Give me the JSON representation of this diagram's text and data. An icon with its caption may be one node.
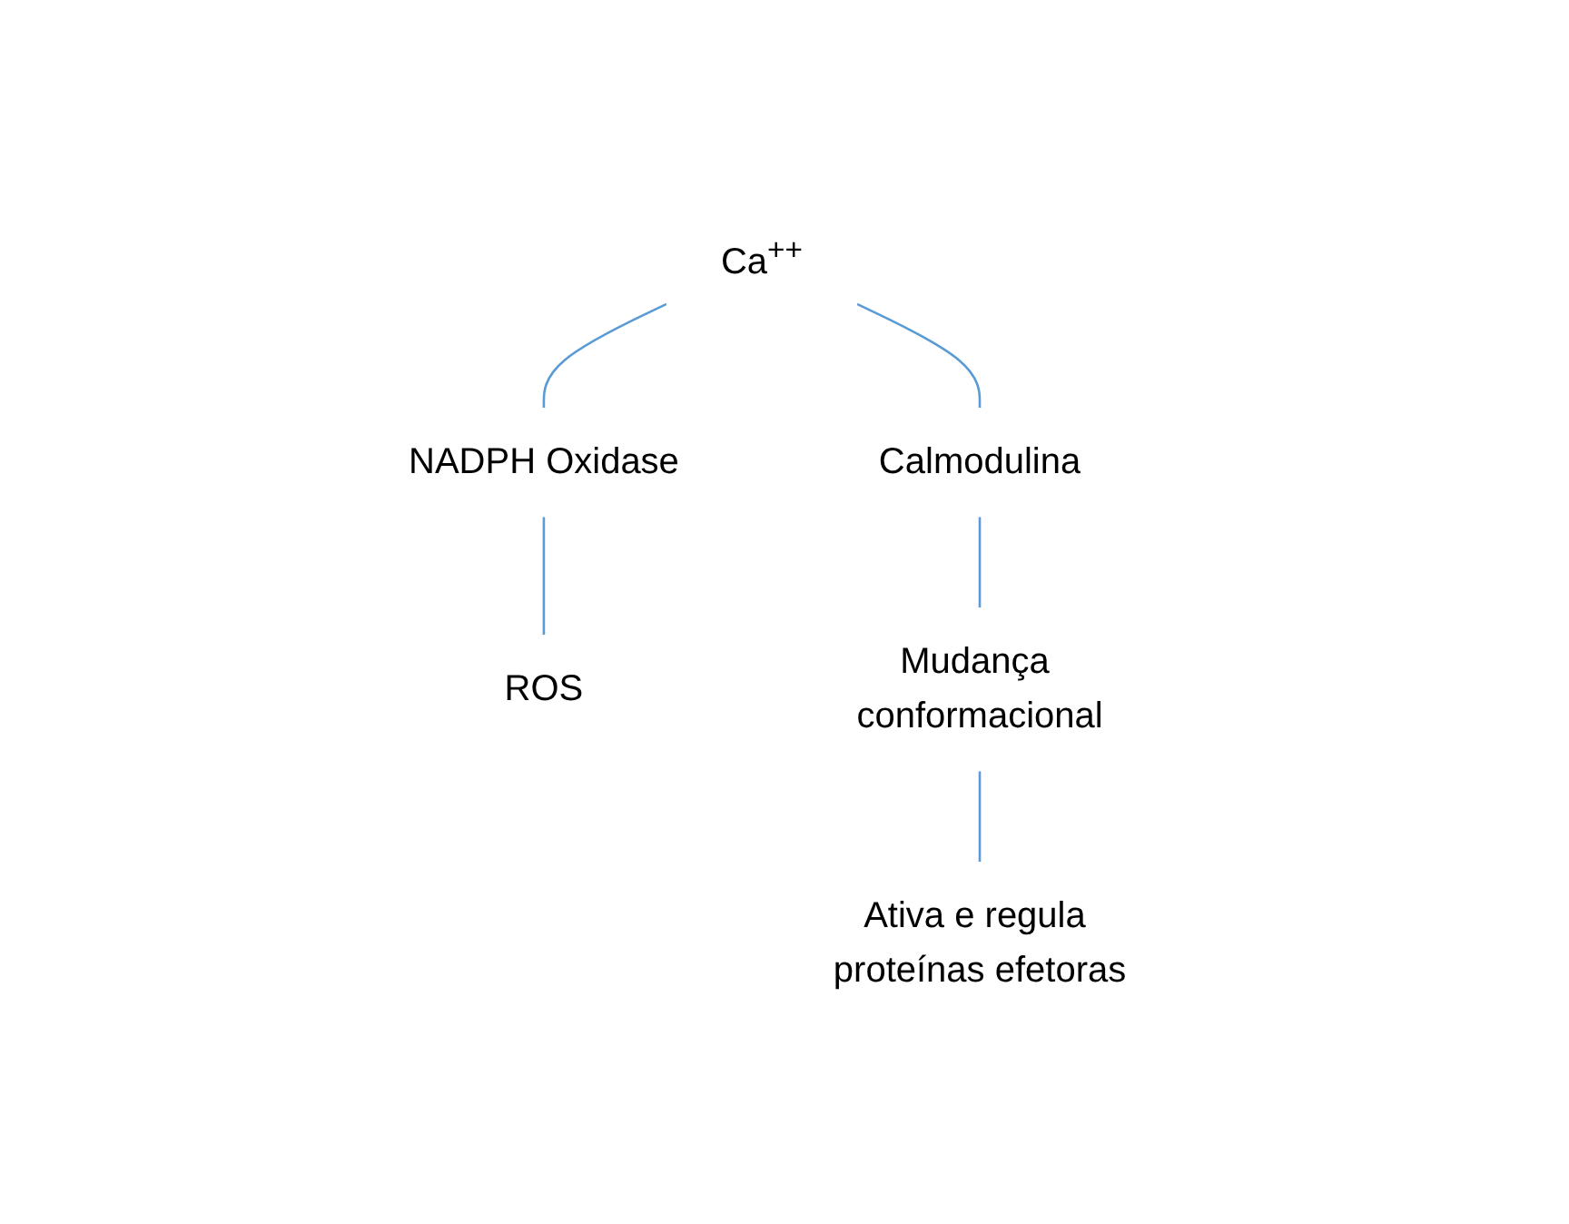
{
  "diagram": {
    "nodes": [
      {
        "text": [
          "NADPH Oxidase"
        ]
      },
      {
        "text": [
          "ROS"
        ]
      },
      {
        "text": [
          "Ca$^{++}$"
        ]
      },
      {
        "text": [
          "Calmodulina"
        ]
      },
      {
        "text": [
          "Mudança conformacional"
        ]
      },
      {
        "text": [
          "Ativa e regula proteínas efetoras"
        ]
      }
    ],
    "edges": [
      {
        "from": 0,
        "to": 1,
        "arrow": "none"
      },
      {
        "from": 2,
        "to": 0,
        "arrow": "none"
      },
      {
        "from": 2,
        "to": 3,
        "arrow": "none"
      },
      {
        "from": 3,
        "to": 4,
        "arrow": "none"
      },
      {
        "from": 4,
        "to": 5,
        "arrow": "none"
      }
    ]
  }
}
